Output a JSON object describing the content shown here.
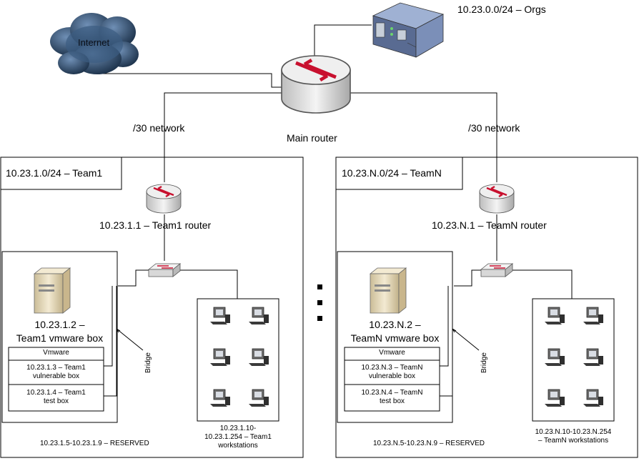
{
  "nodes": {
    "internet": {
      "label": "Internet",
      "icon": "cloud-icon"
    },
    "orgs_server": {
      "label": "10.23.0.0/24 – Orgs",
      "icon": "server-icon"
    },
    "main_router": {
      "label": "Main router",
      "icon": "router-icon"
    },
    "link_left": {
      "label": "/30 network"
    },
    "link_right": {
      "label": "/30 network"
    }
  },
  "teams": [
    {
      "subnet": "10.23.1.0/24 – Team1",
      "router": "10.23.1.1 – Team1 router",
      "vmware_box_line1": "10.23.1.2 –",
      "vmware_box_line2": "Team1 vmware box",
      "vm_header": "Vmware",
      "vm1_line1": "10.23.1.3 – Team1",
      "vm1_line2": "vulnerable box",
      "vm2_line1": "10.23.1.4 – Team1",
      "vm2_line2": "test box",
      "bridge": "Bridge",
      "reserved": "10.23.1.5-10.23.1.9 – RESERVED",
      "ws_line1": "10.23.1.10-",
      "ws_line2": "10.23.1.254 – Team1",
      "ws_line3": "workstations"
    },
    {
      "subnet": "10.23.N.0/24 – TeamN",
      "router": "10.23.N.1 – TeamN router",
      "vmware_box_line1": "10.23.N.2 –",
      "vmware_box_line2": "TeamN vmware box",
      "vm_header": "Vmware",
      "vm1_line1": "10.23.N.3 – TeamN",
      "vm1_line2": "vulnerable box",
      "vm2_line1": "10.23.N.4 – TeamN",
      "vm2_line2": "test box",
      "bridge": "Bridge",
      "reserved": "10.23.N.5-10.23.N.9 – RESERVED",
      "ws_line1": "10.23.N.10-10.23.N.254",
      "ws_line2": "– TeamN workstations",
      "ws_line3": ""
    }
  ],
  "colors": {
    "router_arrow": "#c8102e",
    "router_body": "#e9e9e9",
    "cloud": "#1f3d5c",
    "server_body": "#6a7da6",
    "host_body": "#e8dcc0",
    "pc_body": "#4a4a4a"
  }
}
